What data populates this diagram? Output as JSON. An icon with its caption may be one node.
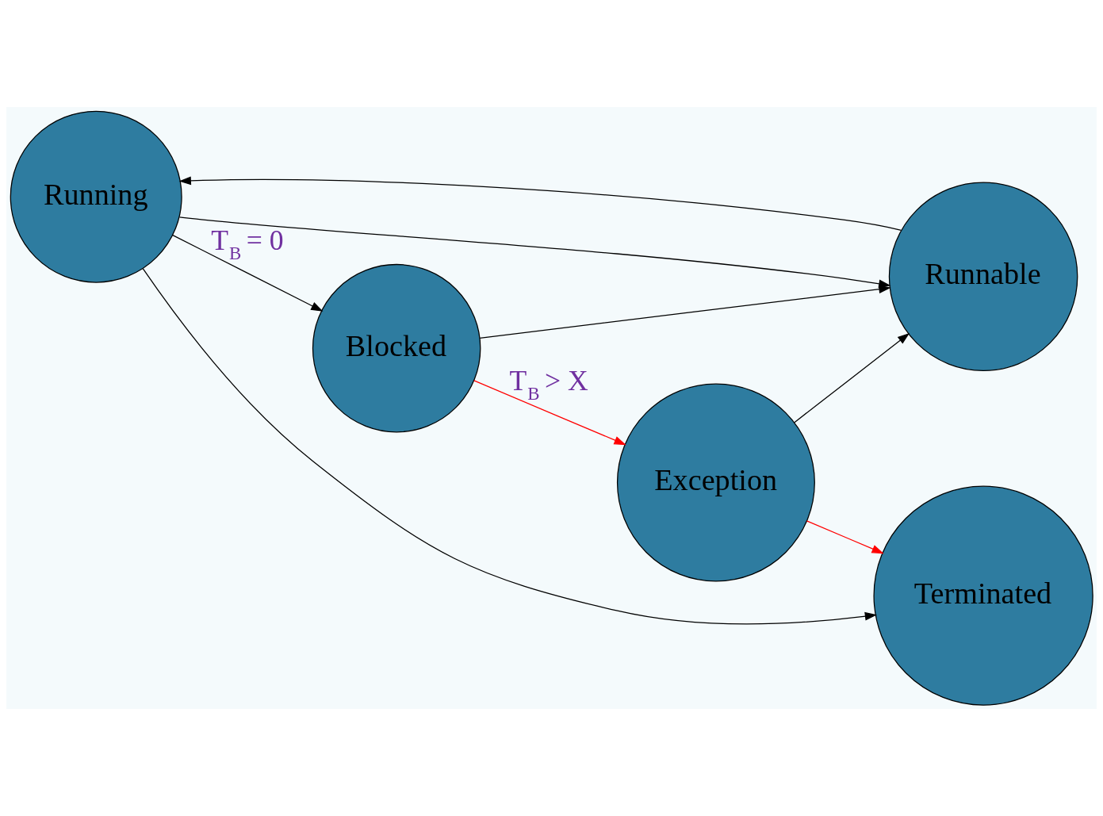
{
  "diagram": {
    "nodes": [
      {
        "text": [
          "Running"
        ]
      },
      {
        "text": [
          "Blocked"
        ]
      },
      {
        "text": [
          "Runnable"
        ]
      },
      {
        "text": [
          "Terminated"
        ]
      },
      {
        "text": [
          "Exception"
        ]
      }
    ],
    "edges": [
      {
        "from": 0,
        "to": 1,
        "arrow": "to",
        "label": "T$_{B}$ = 0"
      },
      {
        "from": 0,
        "to": 2,
        "arrow": "to"
      },
      {
        "from": 2,
        "to": 0,
        "arrow": "to"
      },
      {
        "from": 0,
        "to": 3,
        "arrow": "to"
      },
      {
        "from": 1,
        "to": 2,
        "arrow": "to"
      },
      {
        "from": 1,
        "to": 4,
        "arrow": "to",
        "label": "T$_{B}$ > X",
        "color": "#ff0000"
      },
      {
        "from": 4,
        "to": 2,
        "arrow": "to"
      },
      {
        "from": 4,
        "to": 3,
        "arrow": "to",
        "color": "#ff0000"
      }
    ]
  }
}
